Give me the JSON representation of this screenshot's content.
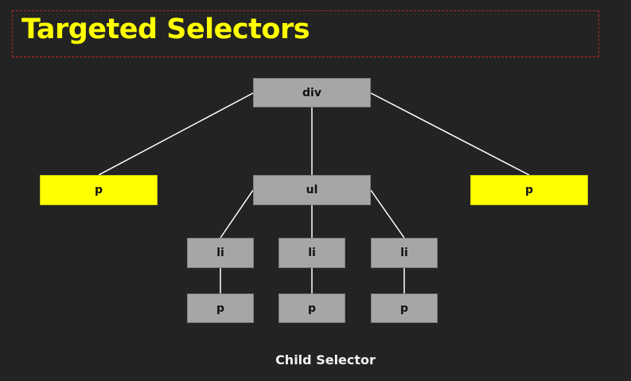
{
  "title": "Targeted Selectors",
  "caption": "Child Selector",
  "colors": {
    "background": "#232323",
    "title": "#ffff00",
    "title_border": "#b3262a",
    "node_default": "#a6a6a6",
    "node_highlight": "#ffff00",
    "edge": "#ffffff"
  },
  "tree": {
    "root": "div",
    "left_child": "p",
    "middle_child": "ul",
    "right_child": "p",
    "list_items": [
      {
        "label": "li",
        "child": "p"
      },
      {
        "label": "li",
        "child": "p"
      },
      {
        "label": "li",
        "child": "p"
      }
    ],
    "highlighted": [
      "left_child",
      "right_child"
    ]
  }
}
